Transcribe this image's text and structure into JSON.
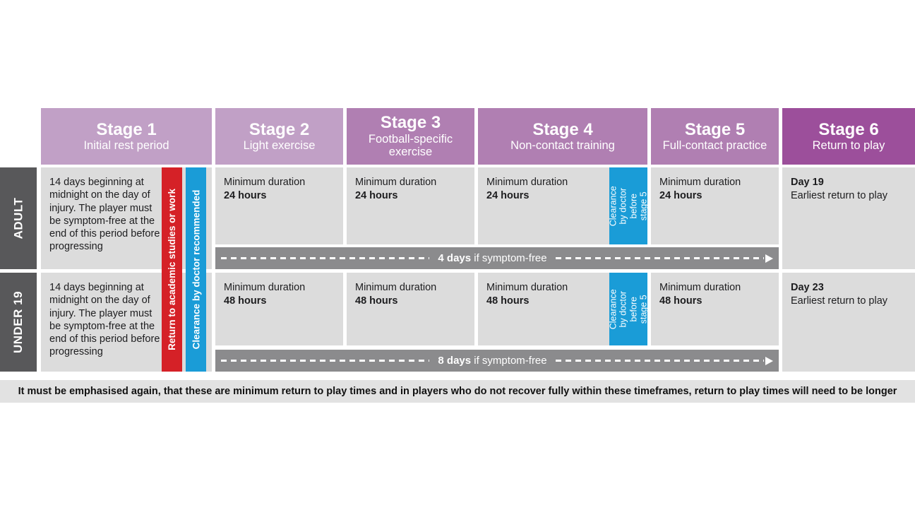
{
  "colors": {
    "header_light": "#c1a0c6",
    "header_medium": "#b07fb2",
    "header_dark": "#9c4f9b",
    "cell_bg": "#dcdcdc",
    "side_band_bg": "#58585a",
    "arrow_bar_bg": "#8b8b8d",
    "red_bar": "#d52127",
    "blue_bar": "#1a9cd7",
    "footer_bg": "#e2e2e2"
  },
  "stages": [
    {
      "title": "Stage 1",
      "subtitle": "Initial rest period"
    },
    {
      "title": "Stage 2",
      "subtitle": "Light exercise"
    },
    {
      "title": "Stage 3",
      "subtitle": "Football-specific exercise"
    },
    {
      "title": "Stage 4",
      "subtitle": "Non-contact training"
    },
    {
      "title": "Stage 5",
      "subtitle": "Full-contact practice"
    },
    {
      "title": "Stage 6",
      "subtitle": "Return to play"
    }
  ],
  "stage1_bars": {
    "red_label": "Return to academic studies or work",
    "blue_label": "Clearance by doctor recommended"
  },
  "clearance_stage4_label": "Clearance by doctor before stage 5",
  "rows": [
    {
      "label": "ADULT",
      "rest_text": "14 days beginning at midnight on the day of injury. The player must be symptom-free at the end of this period before progressing",
      "min_label": "Minimum duration",
      "duration": "24 hours",
      "day": "Day 19",
      "day_text": "Earliest return to play",
      "arrow_bold": "4 days",
      "arrow_rest": "if symptom-free"
    },
    {
      "label": "UNDER 19",
      "rest_text": "14 days beginning at midnight on the day of injury. The player must be symptom-free at the end of this period before progressing",
      "min_label": "Minimum duration",
      "duration": "48 hours",
      "day": "Day 23",
      "day_text": "Earliest return to play",
      "arrow_bold": "8 days",
      "arrow_rest": "if symptom-free"
    }
  ],
  "footer": "It must be emphasised again, that these are minimum return to play times and in players who do not recover fully within these timeframes, return to play times will need to be longer"
}
